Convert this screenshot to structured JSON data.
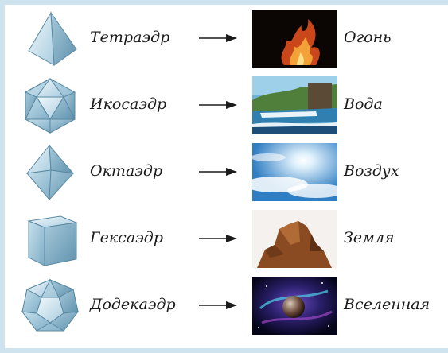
{
  "rows": [
    {
      "solid": "Тетраэдр",
      "element": "Огонь",
      "solid_icon": "tetrahedron-icon",
      "photo": "fire-photo"
    },
    {
      "solid": "Икосаэдр",
      "element": "Вода",
      "solid_icon": "icosahedron-icon",
      "photo": "waterfall-photo"
    },
    {
      "solid": "Октаэдр",
      "element": "Воздух",
      "solid_icon": "octahedron-icon",
      "photo": "sky-photo"
    },
    {
      "solid": "Гексаэдр",
      "element": "Земля",
      "solid_icon": "hexahedron-icon",
      "photo": "rock-photo"
    },
    {
      "solid": "Додекаэдр",
      "element": "Вселенная",
      "solid_icon": "dodecahedron-icon",
      "photo": "galaxy-photo"
    }
  ],
  "colors": {
    "frame_border": "#cfe3ee",
    "solid_fill_light": "#dcecf4",
    "solid_fill_dark": "#8fb9cf",
    "solid_edge": "#5b8aa3",
    "text": "#1a1a1a"
  }
}
